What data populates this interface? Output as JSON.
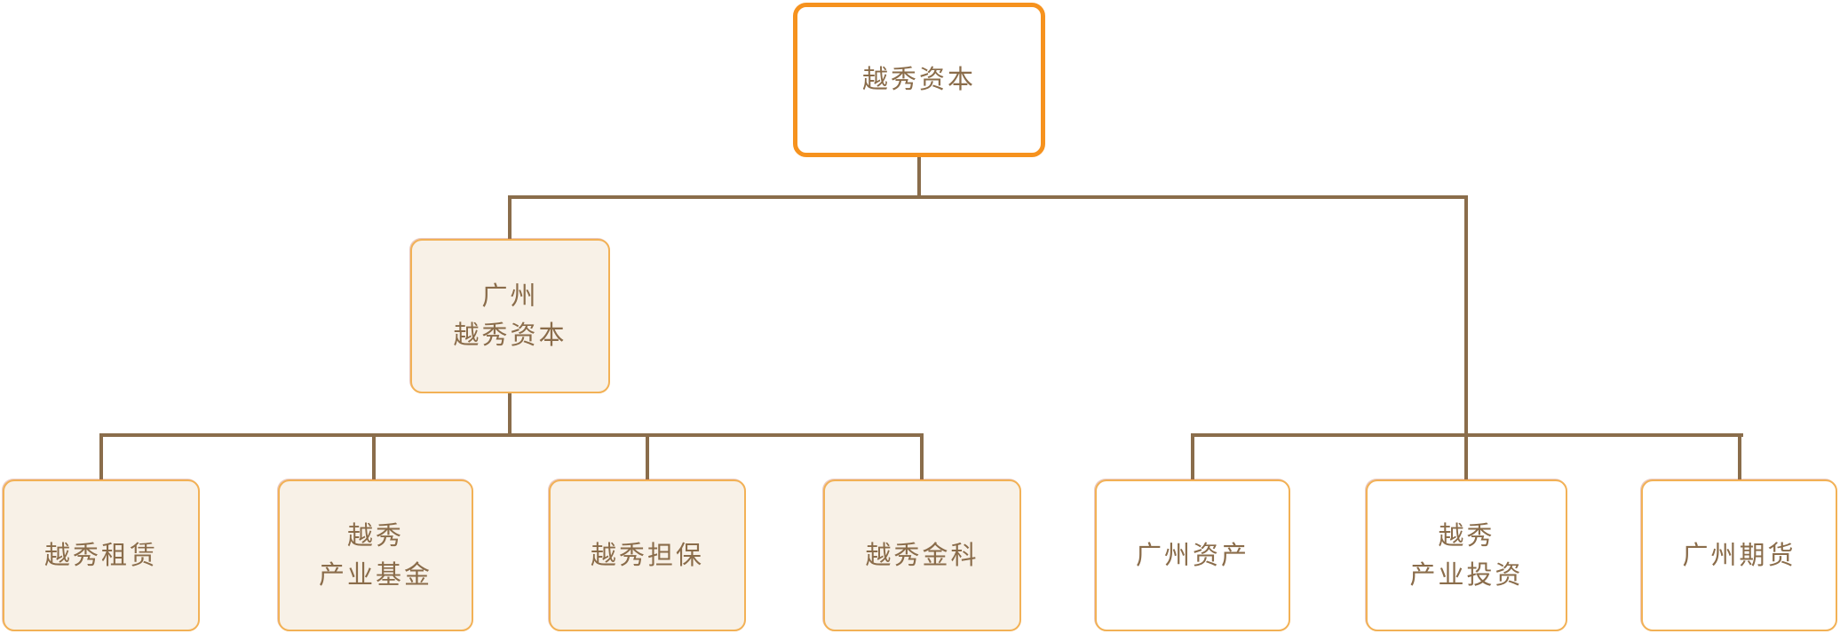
{
  "chart": {
    "type": "org-chart",
    "root": {
      "label": "越秀资本"
    },
    "branches": [
      {
        "label": "广州\n越秀资本",
        "children": [
          {
            "label": "越秀租赁"
          },
          {
            "label": "越秀\n产业基金"
          },
          {
            "label": "越秀担保"
          },
          {
            "label": "越秀金科"
          }
        ]
      },
      {
        "children": [
          {
            "label": "广州资产"
          },
          {
            "label": "越秀\n产业投资"
          },
          {
            "label": "广州期货"
          }
        ]
      }
    ]
  },
  "colors": {
    "root_border": "#F6921E",
    "node_border": "#F2B156",
    "node_fill_cream": "#F8F1E7",
    "node_fill_white": "#FFFFFF",
    "connector_line": "#8A6D4B",
    "text": "#8A6C4A"
  }
}
